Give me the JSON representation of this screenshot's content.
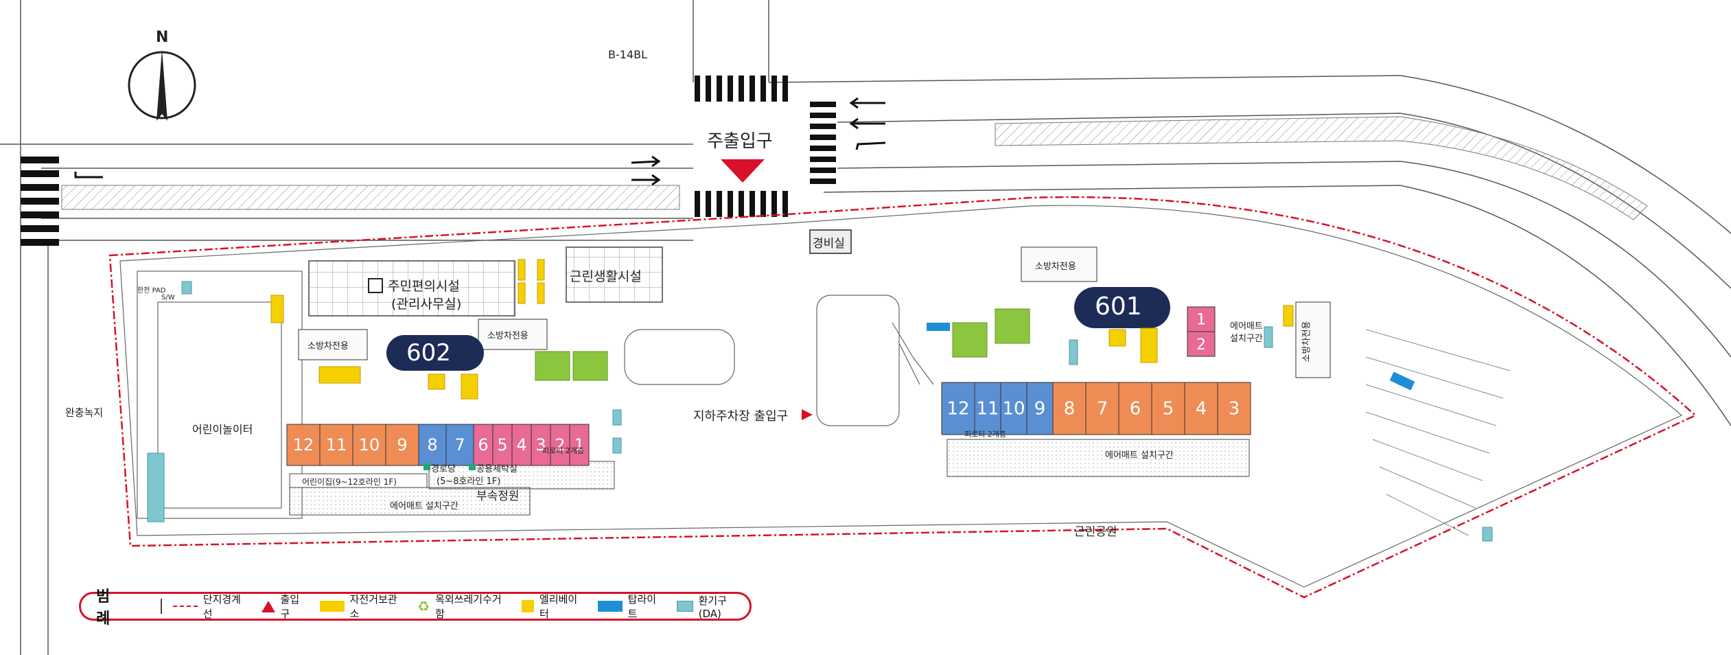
{
  "site": {
    "top_block": "B-14BL",
    "main_entrance": "주출입구",
    "parking_entrance": "지하주차장 출입구",
    "guard_house": "경비실",
    "community_facility": "주민편의시설",
    "community_facility_sub": "(관리사무실)",
    "neighborhood_facility": "근린생활시설",
    "playground": "어린이놀이터",
    "buffer_green": "완충녹지",
    "park": "근린공원",
    "power_pad_line1": "한전 PAD",
    "power_pad_line2": "S/W",
    "fire_lane_1": "소방차전용",
    "fire_lane_2": "소방차전용",
    "fire_lane_3": "소방차전용",
    "fire_lane_4": "소방차전용",
    "compass": "N"
  },
  "buildings": {
    "b602": {
      "label": "602",
      "units": [
        "12",
        "11",
        "10",
        "9",
        "8",
        "7",
        "6",
        "5",
        "4",
        "3",
        "2",
        "1"
      ],
      "unit_colors": [
        "#ef8c55",
        "#ef8c55",
        "#ef8c55",
        "#ef8c55",
        "#5b8fd3",
        "#5b8fd3",
        "#e86a95",
        "#e86a95",
        "#e86a95",
        "#e86a95",
        "#e86a95",
        "#e86a95"
      ],
      "piloti": "피로티 2개층",
      "kindergarten": "어린이집(9~12호라인 1F)",
      "senior_center": "경로당",
      "laundry": "공용세탁실",
      "laundry_sub": "(5~8호라인 1F)",
      "garden": "부속정원",
      "airmat": "에어매트 설치구간"
    },
    "b601": {
      "label": "601",
      "units_main": [
        "12",
        "11",
        "10",
        "9",
        "8",
        "7",
        "6",
        "5",
        "4",
        "3"
      ],
      "unit_colors": [
        "#5b8fd3",
        "#5b8fd3",
        "#5b8fd3",
        "#5b8fd3",
        "#ef8c55",
        "#ef8c55",
        "#ef8c55",
        "#ef8c55",
        "#ef8c55",
        "#ef8c55"
      ],
      "units_side": [
        "1",
        "2"
      ],
      "piloti": "피로티 2개층",
      "airmat": "에어매트 설치구간",
      "airmat_side_line1": "에어매트",
      "airmat_side_line2": "설치구간"
    }
  },
  "legend": {
    "title": "범 례",
    "items": [
      {
        "icon": "boundary-line-icon",
        "label": "단지경계선"
      },
      {
        "icon": "entrance-triangle-icon",
        "label": "출입구"
      },
      {
        "icon": "bicycle-icon",
        "label": "자전거보관소"
      },
      {
        "icon": "recycle-icon",
        "label": "옥외쓰레기수거함"
      },
      {
        "icon": "elevator-icon",
        "label": "엘리베이터"
      },
      {
        "icon": "toplight-icon",
        "label": "탑라이트"
      },
      {
        "icon": "vent-icon",
        "label": "환기구(DA)"
      }
    ]
  },
  "colors": {
    "orange": "#ef8c55",
    "blue": "#5b8fd3",
    "pink": "#e86a95",
    "navy": "#1d2c57",
    "green": "#8cc63f",
    "yellow": "#f5d000",
    "boundary": "#d8102a",
    "toplight": "#1e8fd6",
    "vent": "#7fc6d0"
  }
}
